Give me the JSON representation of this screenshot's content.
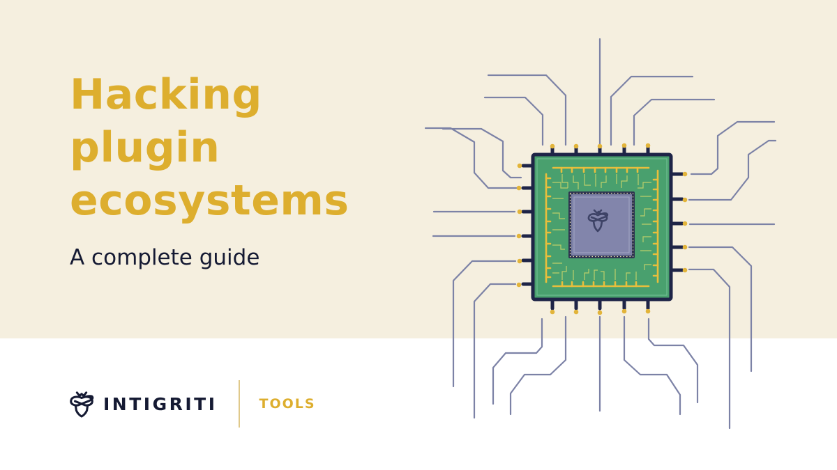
{
  "hero": {
    "title_lines": [
      "Hacking",
      "plugin",
      "ecosystems"
    ],
    "subtitle": "A complete guide"
  },
  "brand": {
    "logo_icon": "bee-shield-icon",
    "name": "INTIGRITI",
    "section": "TOOLS"
  },
  "illustration": {
    "subject": "microchip-icon",
    "die_logo": "bee-shield-icon"
  },
  "colors": {
    "cream_background": "#F5EFDF",
    "white_background": "#FFFFFF",
    "title_gold": "#DDAE2E",
    "text_navy": "#151A33",
    "trace_grey": "#7C82A6",
    "chip_border": "#1E2447",
    "chip_board": "#49A06E",
    "chip_die": "#7E82A8",
    "pin_gold": "#E2B43A"
  }
}
